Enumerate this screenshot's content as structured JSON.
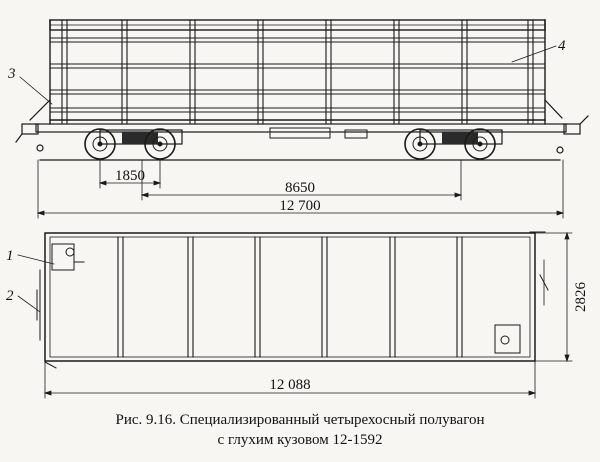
{
  "drawing": {
    "dimensions": {
      "bogie_base": "1850",
      "bogie_centers": "8650",
      "length_couplers": "12 700",
      "body_length": "12 088",
      "body_width": "2826"
    },
    "callouts": [
      "1",
      "2",
      "3",
      "4"
    ],
    "caption": {
      "line1": "Рис. 9.16. Специализированный четырехосный полувагон",
      "line2": "с глухим кузовом 12-1592"
    }
  }
}
